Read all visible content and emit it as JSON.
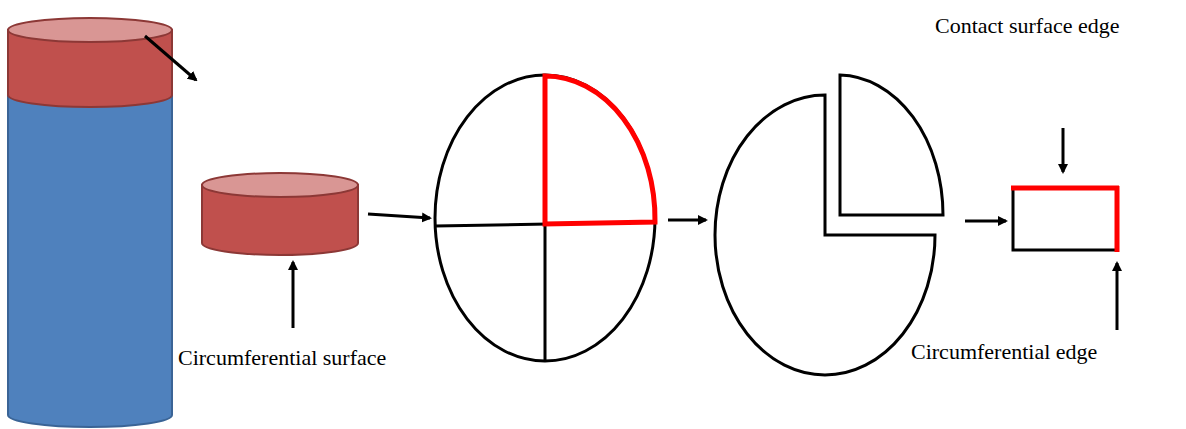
{
  "diagram": {
    "labels": [
      "Circumferential surface",
      "Contact surface edge",
      "Circumferential edge"
    ]
  }
}
